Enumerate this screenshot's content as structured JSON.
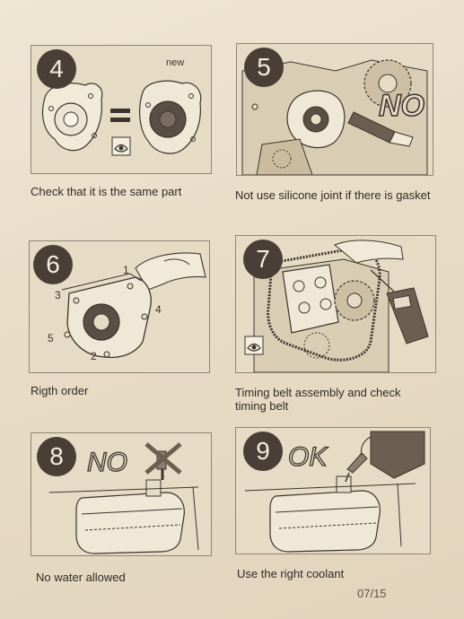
{
  "steps": [
    {
      "number": "4",
      "caption": "Check that it is the same part",
      "label": "new"
    },
    {
      "number": "5",
      "caption": "Not use silicone joint if there is gasket",
      "label": "NO"
    },
    {
      "number": "6",
      "caption": "Rigth order",
      "bolts": [
        "1",
        "2",
        "3",
        "4",
        "5"
      ]
    },
    {
      "number": "7",
      "caption": "Timing belt assembly and check timing belt"
    },
    {
      "number": "8",
      "caption": "No water allowed",
      "label": "NO"
    },
    {
      "number": "9",
      "caption": "Use the right coolant",
      "label": "OK"
    }
  ],
  "footer": {
    "page": "07/15"
  }
}
